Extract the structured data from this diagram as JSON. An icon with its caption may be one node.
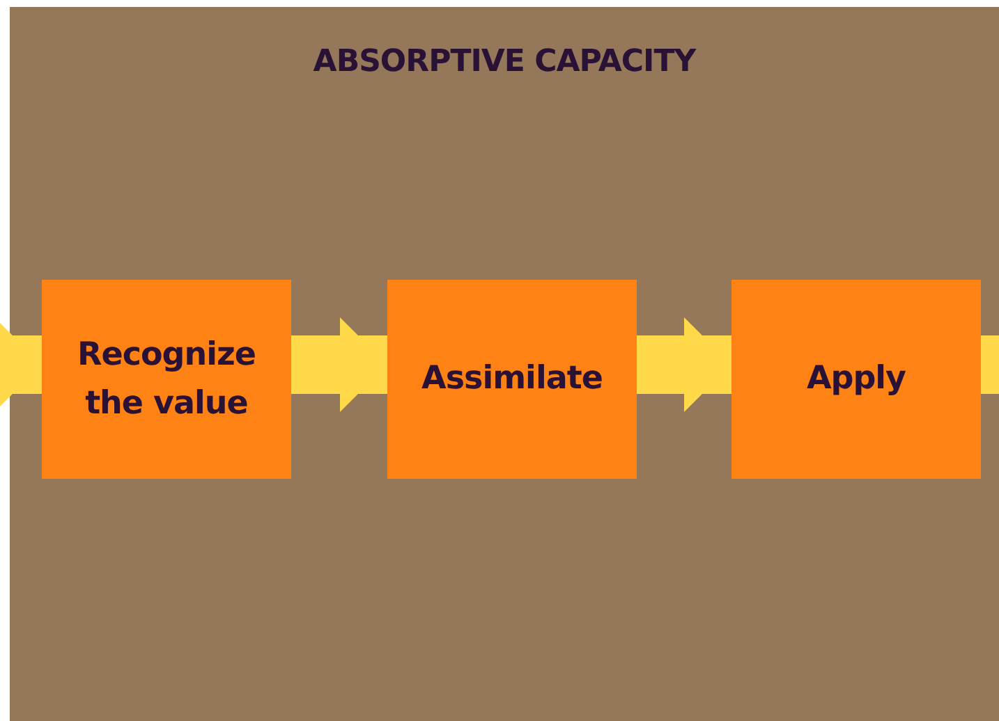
{
  "diagram": {
    "title": "ABSORPTIVE CAPACITY",
    "nodes": [
      {
        "text": [
          "Recognize the value"
        ]
      },
      {
        "text": [
          "Assimilate"
        ]
      },
      {
        "text": [
          "Apply"
        ]
      }
    ],
    "edges": [
      {
        "from": null,
        "to": 0,
        "arrow": "to"
      },
      {
        "from": 0,
        "to": 1,
        "arrow": "to"
      },
      {
        "from": 1,
        "to": 2,
        "arrow": "to"
      },
      {
        "from": 2,
        "to": null,
        "arrow": "none"
      }
    ]
  }
}
